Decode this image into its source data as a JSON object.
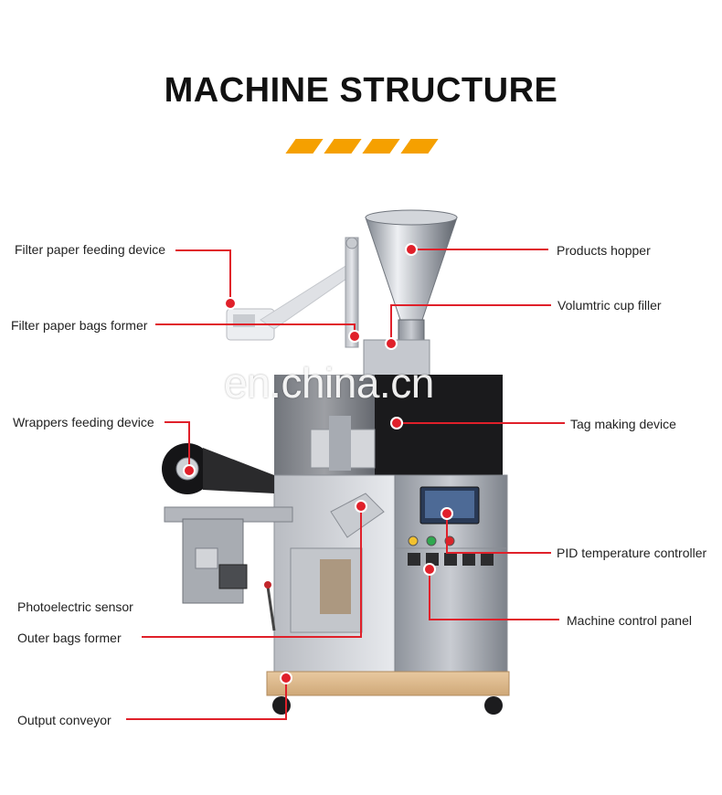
{
  "title": "MACHINE STRUCTURE",
  "accent_color": "#f5a000",
  "leader_color": "#e0202a",
  "watermark": "en.china.cn",
  "callouts": [
    "Filter paper feeding device",
    "Filter paper bags former",
    "Wrappers feeding device",
    "Photoelectric sensor",
    "Outer bags former",
    "Output conveyor",
    "Products hopper",
    "Volumtric cup filler",
    "Tag making device",
    "PID temperature controller",
    "Machine control panel"
  ]
}
